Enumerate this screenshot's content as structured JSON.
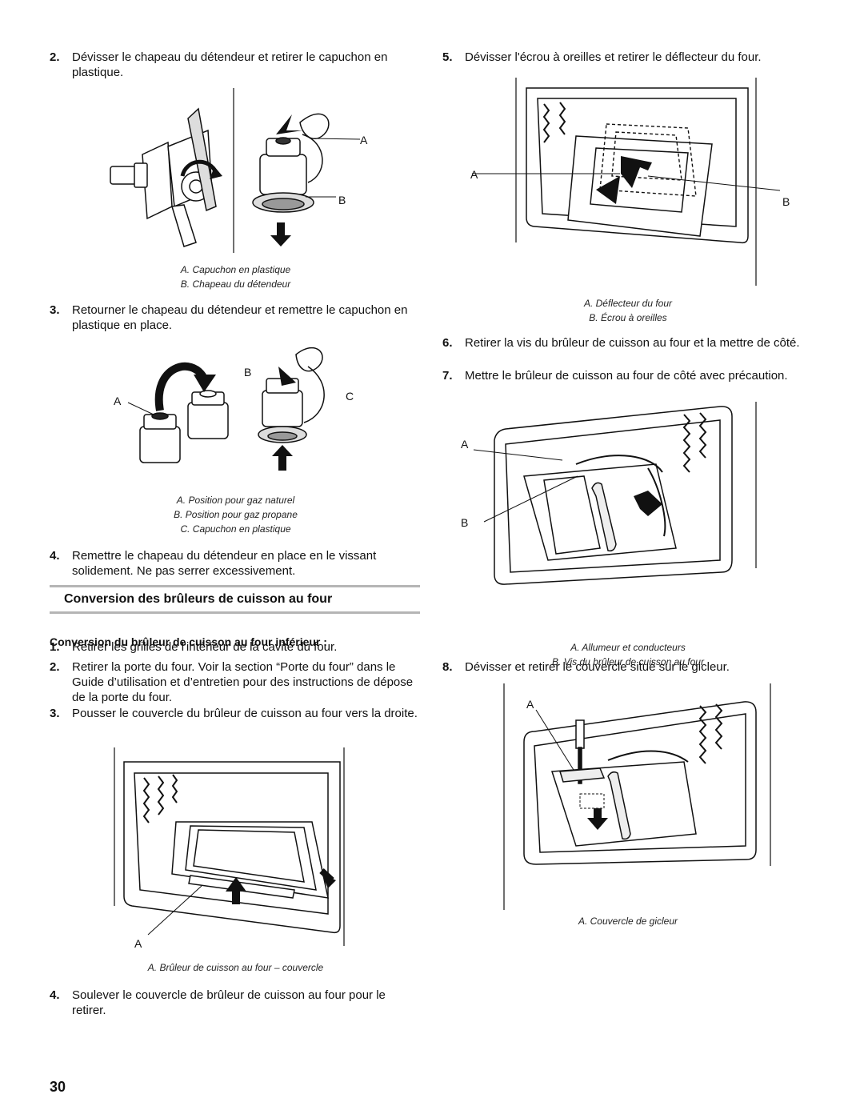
{
  "left": {
    "step2": {
      "num": "2.",
      "text": "Dévisser le chapeau du détendeur et retirer le capuchon en plastique."
    },
    "fig1": {
      "label_a": "A",
      "label_b": "B",
      "caption_a": "A. Capuchon en plastique",
      "caption_b": "B. Chapeau du détendeur"
    },
    "step3": {
      "num": "3.",
      "text": "Retourner le chapeau du détendeur et remettre le capuchon en plastique en place."
    },
    "fig2": {
      "label_a": "A",
      "label_b": "B",
      "label_c": "C",
      "caption_a": "A. Position pour gaz naturel",
      "caption_b": "B. Position pour gaz propane",
      "caption_c": "C. Capuchon en plastique"
    },
    "step4": {
      "num": "4.",
      "text": "Remettre le chapeau du détendeur en place en le vissant solidement. Ne pas serrer excessivement."
    },
    "section_title": "Conversion des brûleurs de cuisson au four",
    "sub_title": "Conversion du brûleur de cuisson au four inférieur :",
    "sub_steps": [
      {
        "num": "1.",
        "text": "Retirer les grilles de l'intérieur de la cavité du four."
      },
      {
        "num": "2.",
        "text": "Retirer la porte du four. Voir la section “Porte du four” dans le Guide d’utilisation et d’entretien pour des instructions de dépose de la porte du four."
      },
      {
        "num": "3.",
        "text": "Pousser le couvercle du brûleur de cuisson au four vers la droite."
      }
    ],
    "fig3": {
      "label_a": "A",
      "caption_a": "A. Brûleur de cuisson au four – couvercle"
    },
    "step4b": {
      "num": "4.",
      "text": "Soulever le couvercle de brûleur de cuisson au four pour le retirer."
    }
  },
  "right": {
    "step5": {
      "num": "5.",
      "text": "Dévisser l'écrou à oreilles et retirer le déflecteur du four."
    },
    "fig4": {
      "label_a": "A",
      "label_b": "B",
      "caption_a": "A. Déflecteur du four",
      "caption_b": "B. Écrou à oreilles"
    },
    "step6": {
      "num": "6.",
      "text": "Retirer la vis du brûleur de cuisson au four et la mettre de côté."
    },
    "step7": {
      "num": "7.",
      "text": "Mettre le brûleur de cuisson au four de côté avec précaution."
    },
    "fig5": {
      "label_a": "A",
      "label_b": "B",
      "caption_a": "A. Allumeur et conducteurs",
      "caption_b": "B. Vis du brûleur de cuisson au four"
    },
    "step8": {
      "num": "8.",
      "text": "Dévisser et retirer le couvercle situé sur le gicleur."
    },
    "fig6": {
      "label_a": "A",
      "caption_a": "A. Couvercle de gicleur"
    }
  },
  "page_number": "30"
}
